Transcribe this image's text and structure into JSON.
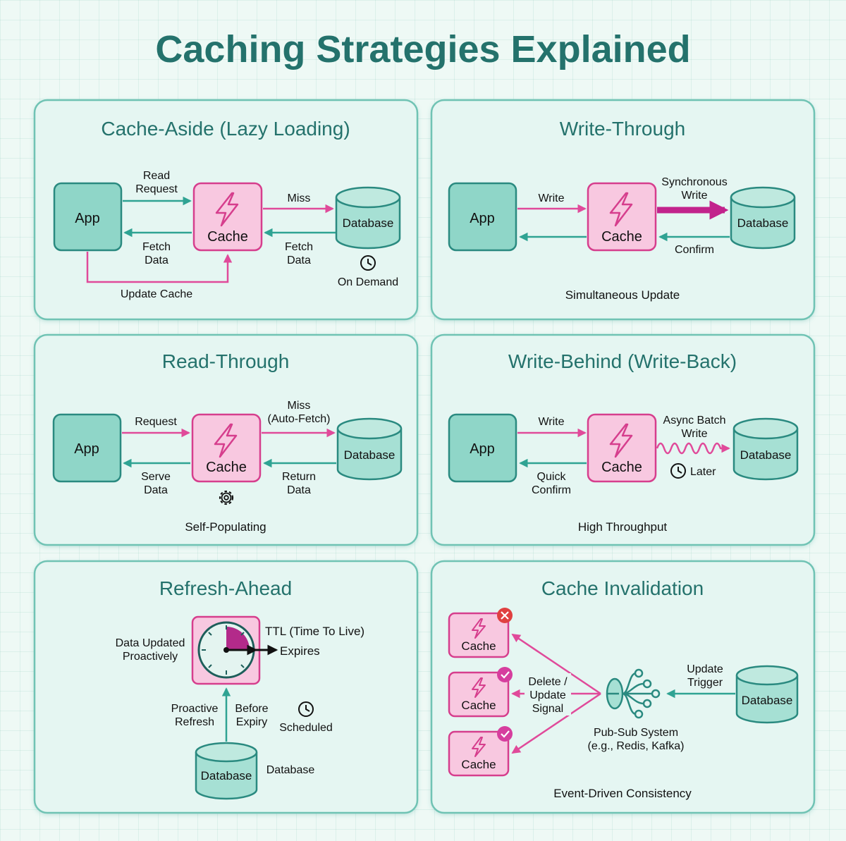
{
  "title": "Caching Strategies Explained",
  "colors": {
    "teal": "#2a8a80",
    "title": "#24726c",
    "pink": "#e04a9a",
    "magenta": "#c2238c",
    "app_fill": "#8fd6c8",
    "cache_fill": "#f8c8e0",
    "db_fill": "#a6e0d4"
  },
  "panels": {
    "cache_aside": {
      "heading": "Cache-Aside (Lazy Loading)",
      "app": "App",
      "cache": "Cache",
      "db": "Database",
      "read_request_1": "Read",
      "read_request_2": "Request",
      "fetch_left_1": "Fetch",
      "fetch_left_2": "Data",
      "miss": "Miss",
      "fetch_right_1": "Fetch",
      "fetch_right_2": "Data",
      "update_cache": "Update Cache",
      "on_demand": "On Demand"
    },
    "write_through": {
      "heading": "Write-Through",
      "app": "App",
      "cache": "Cache",
      "db": "Database",
      "write": "Write",
      "sync_1": "Synchronous",
      "sync_2": "Write",
      "confirm": "Confirm",
      "footer": "Simultaneous Update"
    },
    "read_through": {
      "heading": "Read-Through",
      "app": "App",
      "cache": "Cache",
      "db": "Database",
      "request": "Request",
      "serve_1": "Serve",
      "serve_2": "Data",
      "miss_1": "Miss",
      "miss_2": "(Auto-Fetch)",
      "return_1": "Return",
      "return_2": "Data",
      "footer": "Self-Populating"
    },
    "write_behind": {
      "heading": "Write-Behind (Write-Back)",
      "app": "App",
      "cache": "Cache",
      "db": "Database",
      "write": "Write",
      "quick_1": "Quick",
      "quick_2": "Confirm",
      "async_1": "Async Batch",
      "async_2": "Write",
      "later": "Later",
      "footer": "High Throughput"
    },
    "refresh_ahead": {
      "heading": "Refresh-Ahead",
      "ttl": "TTL (Time To Live)",
      "expires": "Expires",
      "updated_1": "Data Updated",
      "updated_2": "Proactively",
      "proactive_1": "Proactive",
      "proactive_2": "Refresh",
      "before_1": "Before",
      "before_2": "Expiry",
      "scheduled": "Scheduled",
      "db": "Database",
      "db_side": "Database"
    },
    "invalidation": {
      "heading": "Cache Invalidation",
      "cache_1": "Cache",
      "cache_2": "Cache",
      "cache_3": "Cache",
      "signal_1": "Delete /",
      "signal_2": "Update",
      "signal_3": "Signal",
      "trigger_1": "Update",
      "trigger_2": "Trigger",
      "pubsub_1": "Pub-Sub System",
      "pubsub_2": "(e.g., Redis, Kafka)",
      "db": "Database",
      "footer": "Event-Driven Consistency"
    }
  }
}
